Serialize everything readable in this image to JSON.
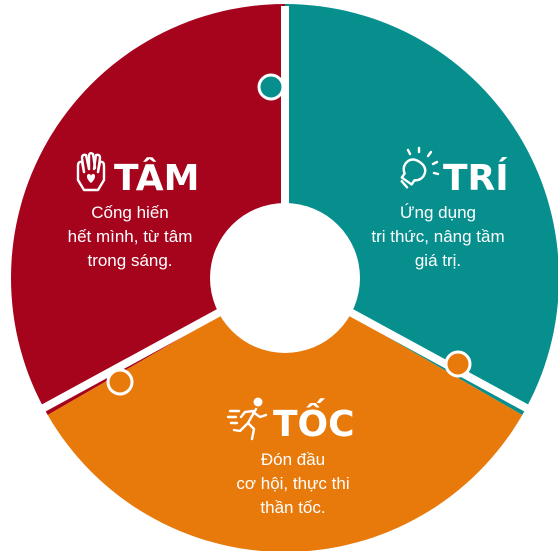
{
  "segments": [
    {
      "id": "tam",
      "title": "TÂM",
      "icon": "heart-hands-icon",
      "color": "#A6031C",
      "lines": [
        "Cống hiến",
        "hết mình, từ tâm",
        "trong sáng."
      ]
    },
    {
      "id": "tri",
      "title": "TRÍ",
      "icon": "lightbulb-icon",
      "color": "#078F8E",
      "lines": [
        "Ứng dụng",
        "tri thức, nâng tầm",
        "giá trị."
      ]
    },
    {
      "id": "toc",
      "title": "TỐC",
      "icon": "running-person-icon",
      "color": "#E87A0C",
      "lines": [
        "Đón đầu",
        "cơ hội, thực thi",
        "thần tốc."
      ]
    }
  ]
}
